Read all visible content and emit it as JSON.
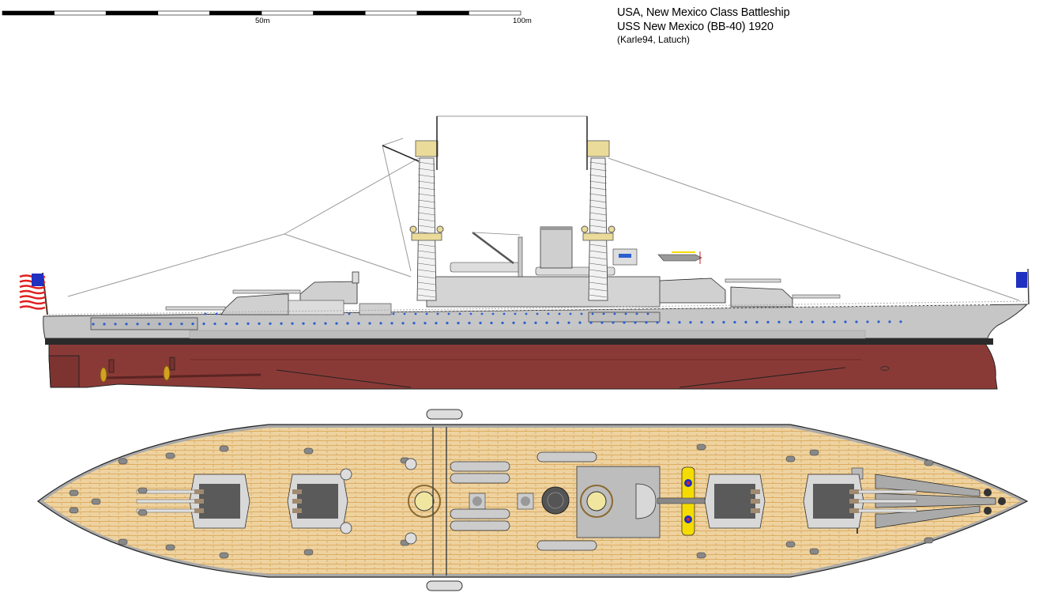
{
  "title": {
    "line1": "USA, New Mexico Class Battleship",
    "line2": "USS New Mexico (BB-40) 1920",
    "credit": "(Karle94, Latuch)"
  },
  "scale_bar": {
    "labels": [
      "50m",
      "100m"
    ],
    "segments": 10,
    "segment_length_m": 10
  },
  "colors": {
    "hull_red": "#8a3a36",
    "hull_red_dark": "#7a302d",
    "boot_topping": "#2a2a2a",
    "hull_grey": "#c8c8c8",
    "superstructure_grey": "#d6d6d6",
    "deck_wood": "#eed3a0",
    "deck_plank_line": "#d8a050",
    "porthole_blue": "#2a5fd0",
    "propeller_gold": "#d4a020",
    "turret_dark": "#555555",
    "gun_barrel_brown": "#a08a70",
    "mast_yellow": "#eadb9a",
    "floatplane_yellow": "#f5dc00",
    "flag_red": "#e02020",
    "flag_blue": "#2030c0"
  },
  "views": {
    "profile": {
      "label": "side-profile-view"
    },
    "plan": {
      "label": "top-plan-view"
    }
  }
}
